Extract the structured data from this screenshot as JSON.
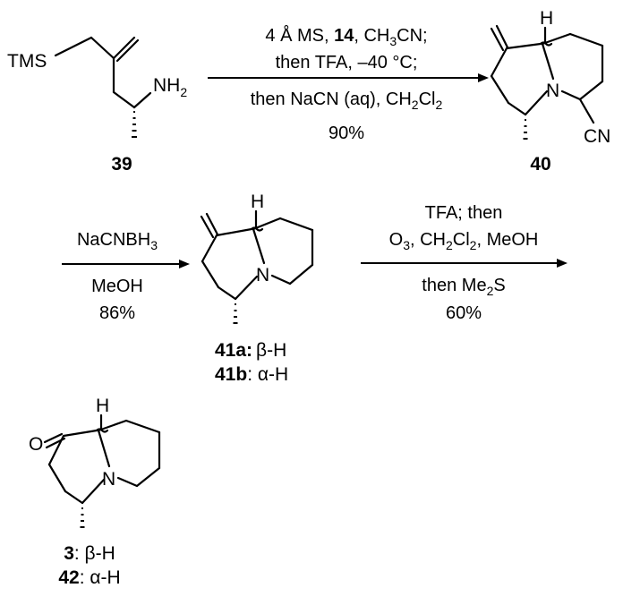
{
  "atoms": {
    "tms": "TMS",
    "nh": "NH",
    "nh_sub": "2",
    "n": "N",
    "h": "H",
    "cn": "CN",
    "o": "O"
  },
  "step1": {
    "line1_prefix": "4 Å MS, ",
    "line1_bold": "14",
    "line1_mid": ", CH",
    "line1_sub": "3",
    "line1_suffix": "CN;",
    "line2": "then TFA, –40 °C;",
    "line3_prefix": "then NaCN (aq), CH",
    "line3_sub1": "2",
    "line3_mid": "Cl",
    "line3_sub2": "2",
    "yield": "90%"
  },
  "step2": {
    "reagent": "NaCNBH",
    "reagent_sub": "3",
    "solvent": "MeOH",
    "yield": "86%"
  },
  "step3": {
    "line1": "TFA; then",
    "line2_prefix": "O",
    "line2_sub1": "3",
    "line2_mid": ", CH",
    "line2_sub2": "2",
    "line2_mid2": "Cl",
    "line2_sub3": "2",
    "line2_suffix": ", MeOH",
    "line3_prefix": "then Me",
    "line3_sub": "2",
    "line3_suffix": "S",
    "yield": "60%"
  },
  "compounds": {
    "c39": "39",
    "c40": "40",
    "c41a_id": "41a:",
    "c41a_desc": "β-H",
    "c41b_id": "41b",
    "c41b_desc": ": α-H",
    "c3_id": "3",
    "c3_desc": ": β-H",
    "c42_id": "42",
    "c42_desc": ": α-H"
  }
}
